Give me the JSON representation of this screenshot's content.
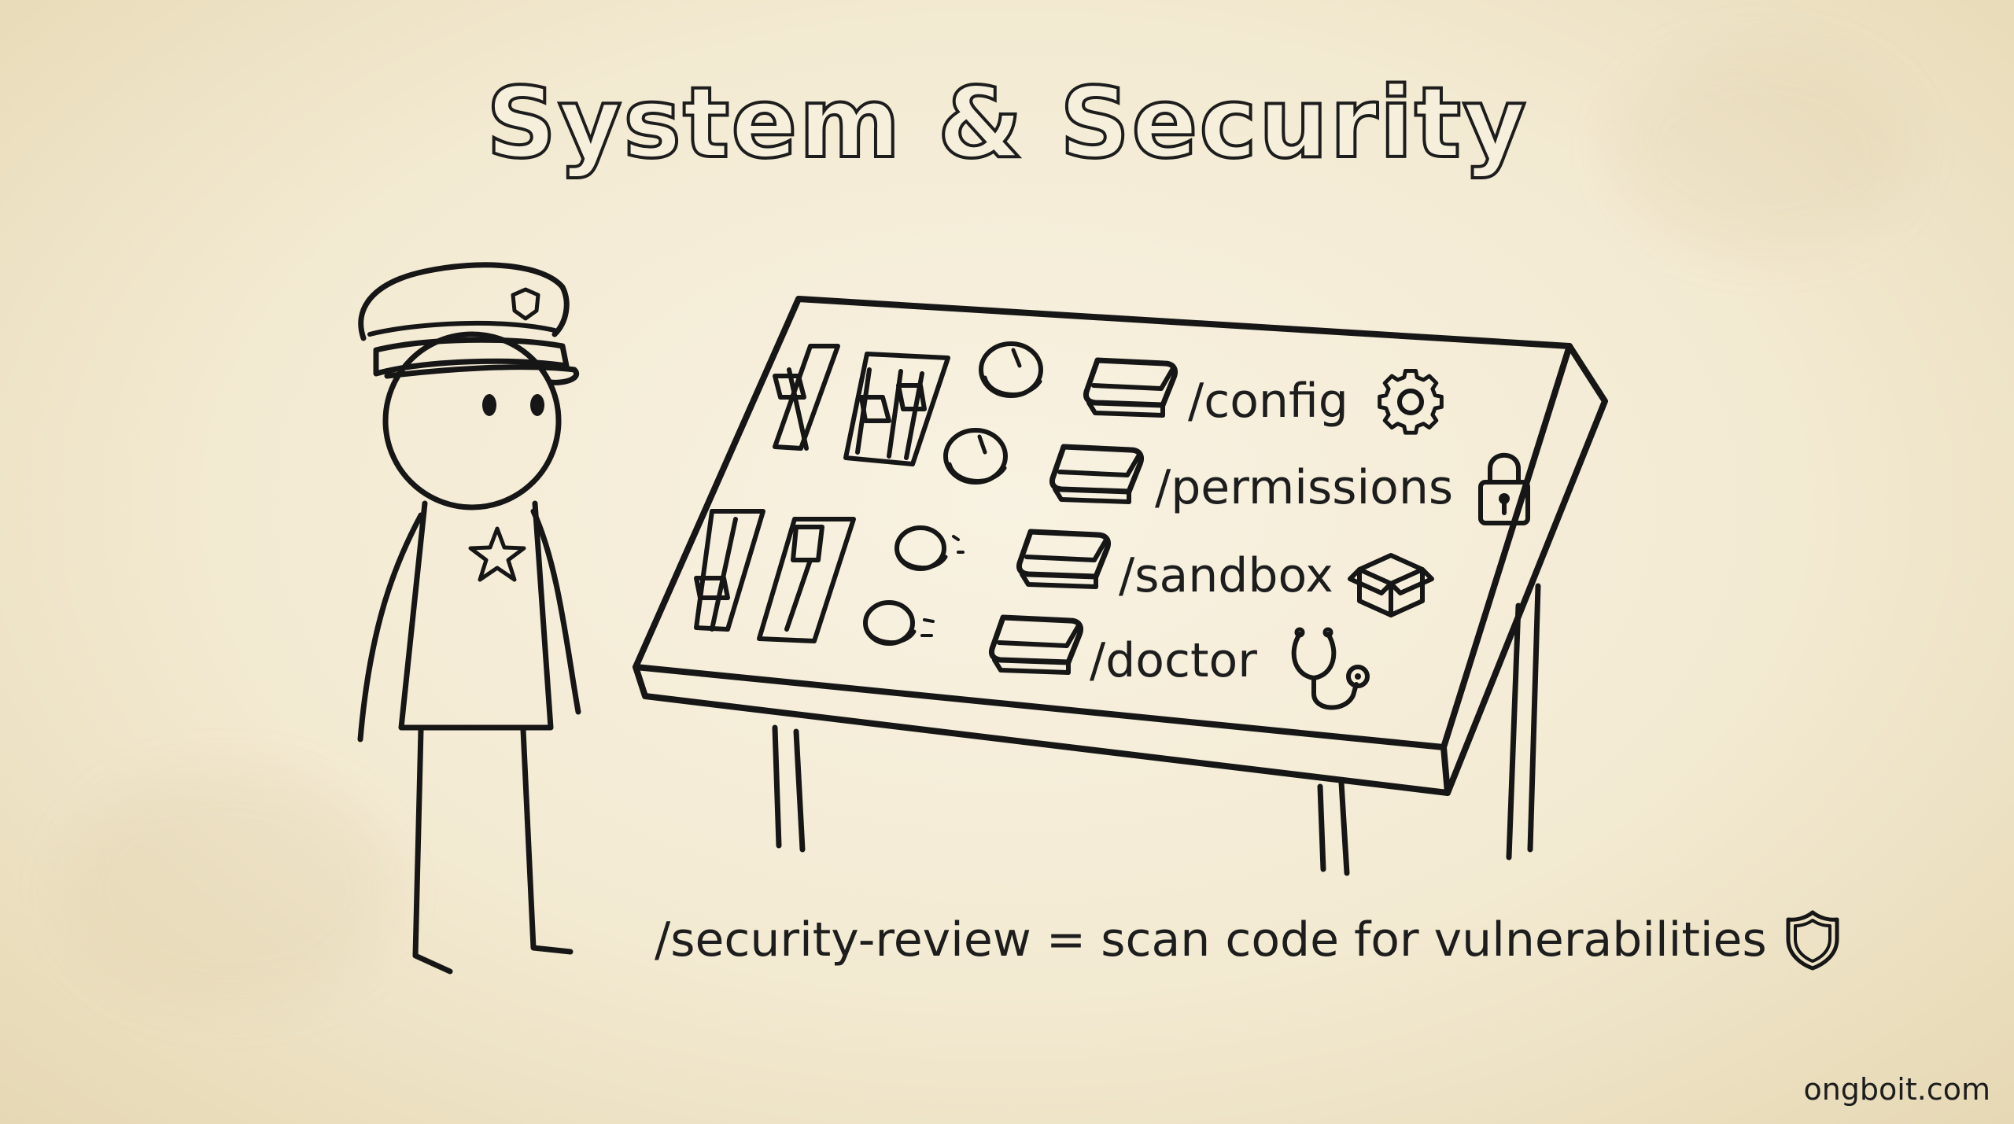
{
  "title": "System & Security",
  "commands": [
    {
      "label": "/config",
      "icon": "gear-icon"
    },
    {
      "label": "/permissions",
      "icon": "padlock-icon"
    },
    {
      "label": "/sandbox",
      "icon": "box-icon"
    },
    {
      "label": "/doctor",
      "icon": "stethoscope-icon"
    }
  ],
  "caption": {
    "text": "/security-review = scan code for vulnerabilities",
    "icon": "shield-icon"
  },
  "footer": "ongboit.com",
  "colors": {
    "paper": "#f4ecd6",
    "ink": "#1d1d1d"
  }
}
